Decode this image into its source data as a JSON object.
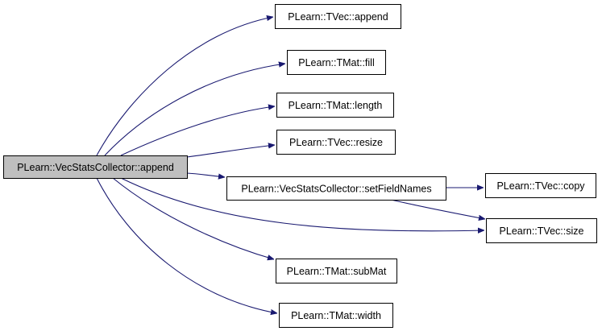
{
  "diagram": {
    "type": "call-graph",
    "colors": {
      "root_fill": "#bfbfbf",
      "node_fill": "#ffffff",
      "border": "#000000",
      "edge": "#191970"
    },
    "nodes": [
      {
        "id": "root",
        "label": "PLearn::VecStatsCollector::append",
        "root": true
      },
      {
        "id": "tvec_append",
        "label": "PLearn::TVec::append"
      },
      {
        "id": "tmat_fill",
        "label": "PLearn::TMat::fill"
      },
      {
        "id": "tmat_length",
        "label": "PLearn::TMat::length"
      },
      {
        "id": "tvec_resize",
        "label": "PLearn::TVec::resize"
      },
      {
        "id": "setfieldnames",
        "label": "PLearn::VecStatsCollector::setFieldNames"
      },
      {
        "id": "tvec_copy",
        "label": "PLearn::TVec::copy"
      },
      {
        "id": "tvec_size",
        "label": "PLearn::TVec::size"
      },
      {
        "id": "tmat_submat",
        "label": "PLearn::TMat::subMat"
      },
      {
        "id": "tmat_width",
        "label": "PLearn::TMat::width"
      }
    ],
    "edges": [
      {
        "from": "root",
        "to": "tvec_append"
      },
      {
        "from": "root",
        "to": "tmat_fill"
      },
      {
        "from": "root",
        "to": "tmat_length"
      },
      {
        "from": "root",
        "to": "tvec_resize"
      },
      {
        "from": "root",
        "to": "setfieldnames"
      },
      {
        "from": "root",
        "to": "tvec_size"
      },
      {
        "from": "root",
        "to": "tmat_submat"
      },
      {
        "from": "root",
        "to": "tmat_width"
      },
      {
        "from": "setfieldnames",
        "to": "tvec_copy"
      },
      {
        "from": "setfieldnames",
        "to": "tvec_size"
      }
    ]
  }
}
